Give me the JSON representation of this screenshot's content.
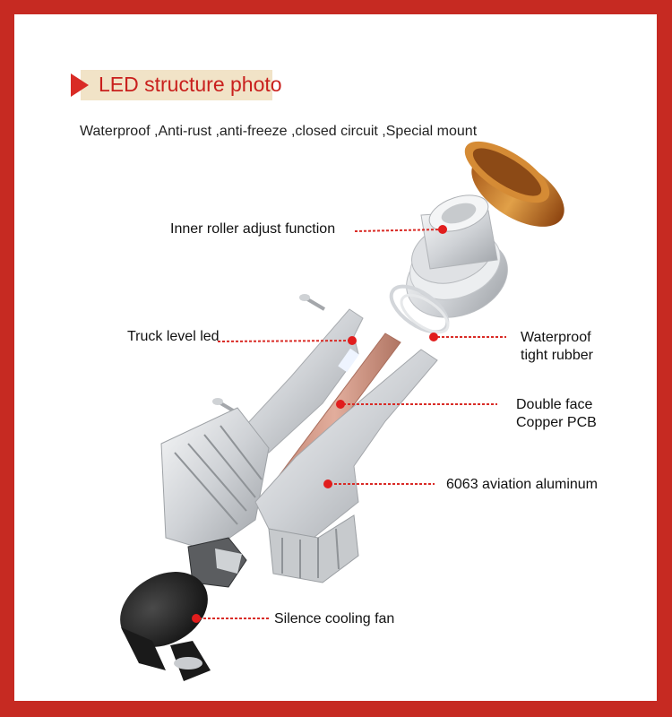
{
  "header": {
    "title": "LED structure photo",
    "subtitle": "Waterproof ,Anti-rust ,anti-freeze ,closed circuit ,Special mount"
  },
  "labels": {
    "inner_roller": "Inner roller adjust function",
    "truck_level": "Truck level led",
    "waterproof_line1": "Waterproof",
    "waterproof_line2": "tight rubber",
    "double_face_line1": "Double face",
    "double_face_line2": "Copper PCB",
    "aluminum": "6063 aviation aluminum",
    "fan": "Silence cooling fan"
  },
  "colors": {
    "border": "#c62a22",
    "accent": "#d92b26",
    "title_bg": "#f1e3c7",
    "cap": "#c97a26",
    "pcb": "#d39a8a",
    "metal": "#d8dadd"
  }
}
